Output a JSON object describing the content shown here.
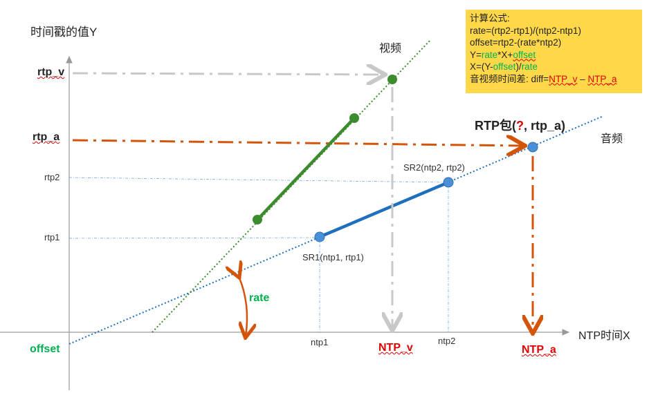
{
  "axis": {
    "y_title": "时间戳的值Y",
    "x_title": "NTP时间X"
  },
  "y_labels": {
    "rtp_v": "rtp_v",
    "rtp_a": "rtp_a",
    "rtp2": "rtp2",
    "rtp1": "rtp1",
    "offset": "offset"
  },
  "x_labels": {
    "ntp1": "ntp1",
    "ntp_v": "NTP_v",
    "ntp2": "ntp2",
    "ntp_a": "NTP_a"
  },
  "lines": {
    "video": "视频",
    "audio": "音频"
  },
  "points": {
    "sr1": "SR1(ntp1, rtp1)",
    "sr2": "SR2(ntp2, rtp2)",
    "rtp_packet_prefix": "RTP包(",
    "rtp_packet_q": "?",
    "rtp_packet_suffix": ", rtp_a)"
  },
  "rate_label": "rate",
  "formula": {
    "title": "计算公式:",
    "line1": "rate=(rtp2-rtp1)/(ntp2-ntp1)",
    "line2": "offset=rtp2-(rate*ntp2)",
    "line3": {
      "a": "Y=",
      "rate": "rate",
      "b": "*X+",
      "offset": "offset"
    },
    "line4": {
      "a": "X=(Y-",
      "offset": "offset",
      "b": ")/",
      "rate": "rate"
    },
    "line5": {
      "a": "音视频时间差:  diff=",
      "ntp_v": "NTP_v",
      "minus": " – ",
      "ntp_a": "NTP_a"
    }
  },
  "colors": {
    "video": "#3d8b2f",
    "audio": "#1f6fbf",
    "audio_point": "#4a90d9",
    "orange": "#d4540a",
    "gray": "#c8c8c8",
    "formula_bg": "#ffd84a"
  }
}
